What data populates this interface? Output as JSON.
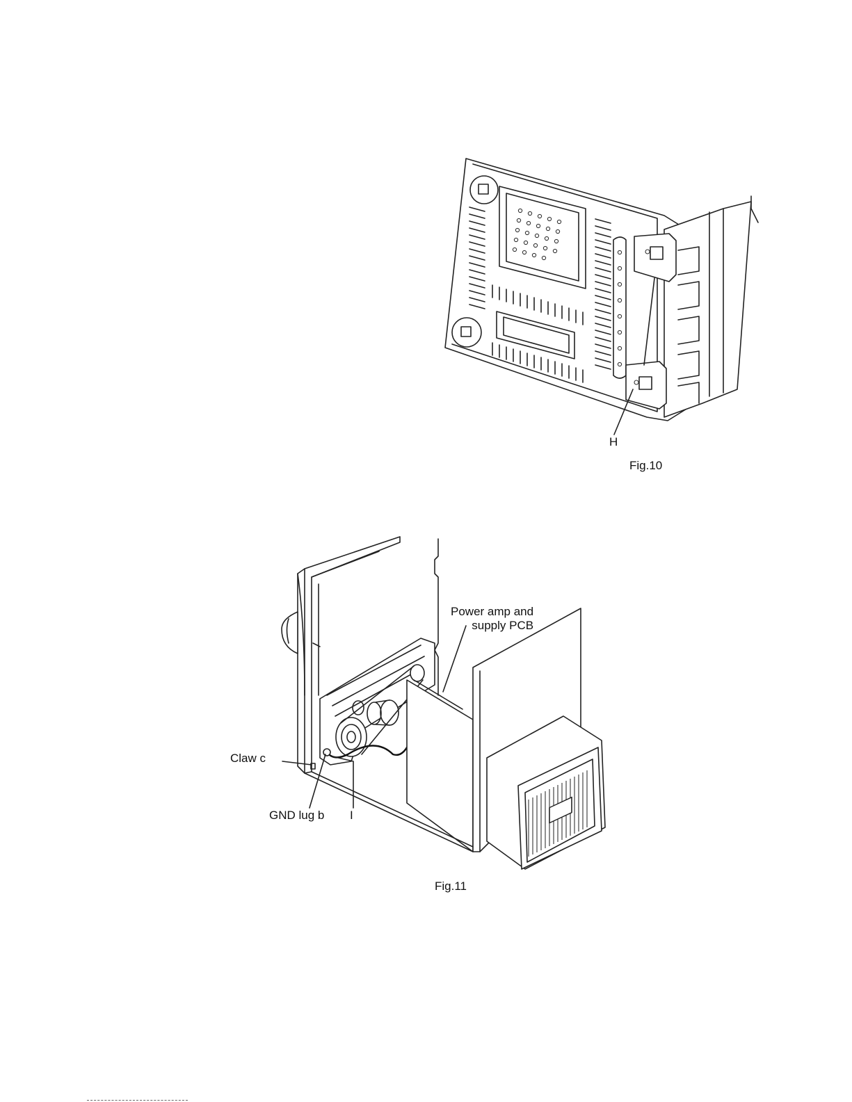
{
  "fig10": {
    "caption": "Fig.10",
    "label_h": "H"
  },
  "fig11": {
    "caption": "Fig.11",
    "label_power_line1": "Power amp and",
    "label_power_line2": "supply PCB",
    "label_claw": "Claw c",
    "label_gnd": "GND lug b",
    "label_i": "I"
  }
}
